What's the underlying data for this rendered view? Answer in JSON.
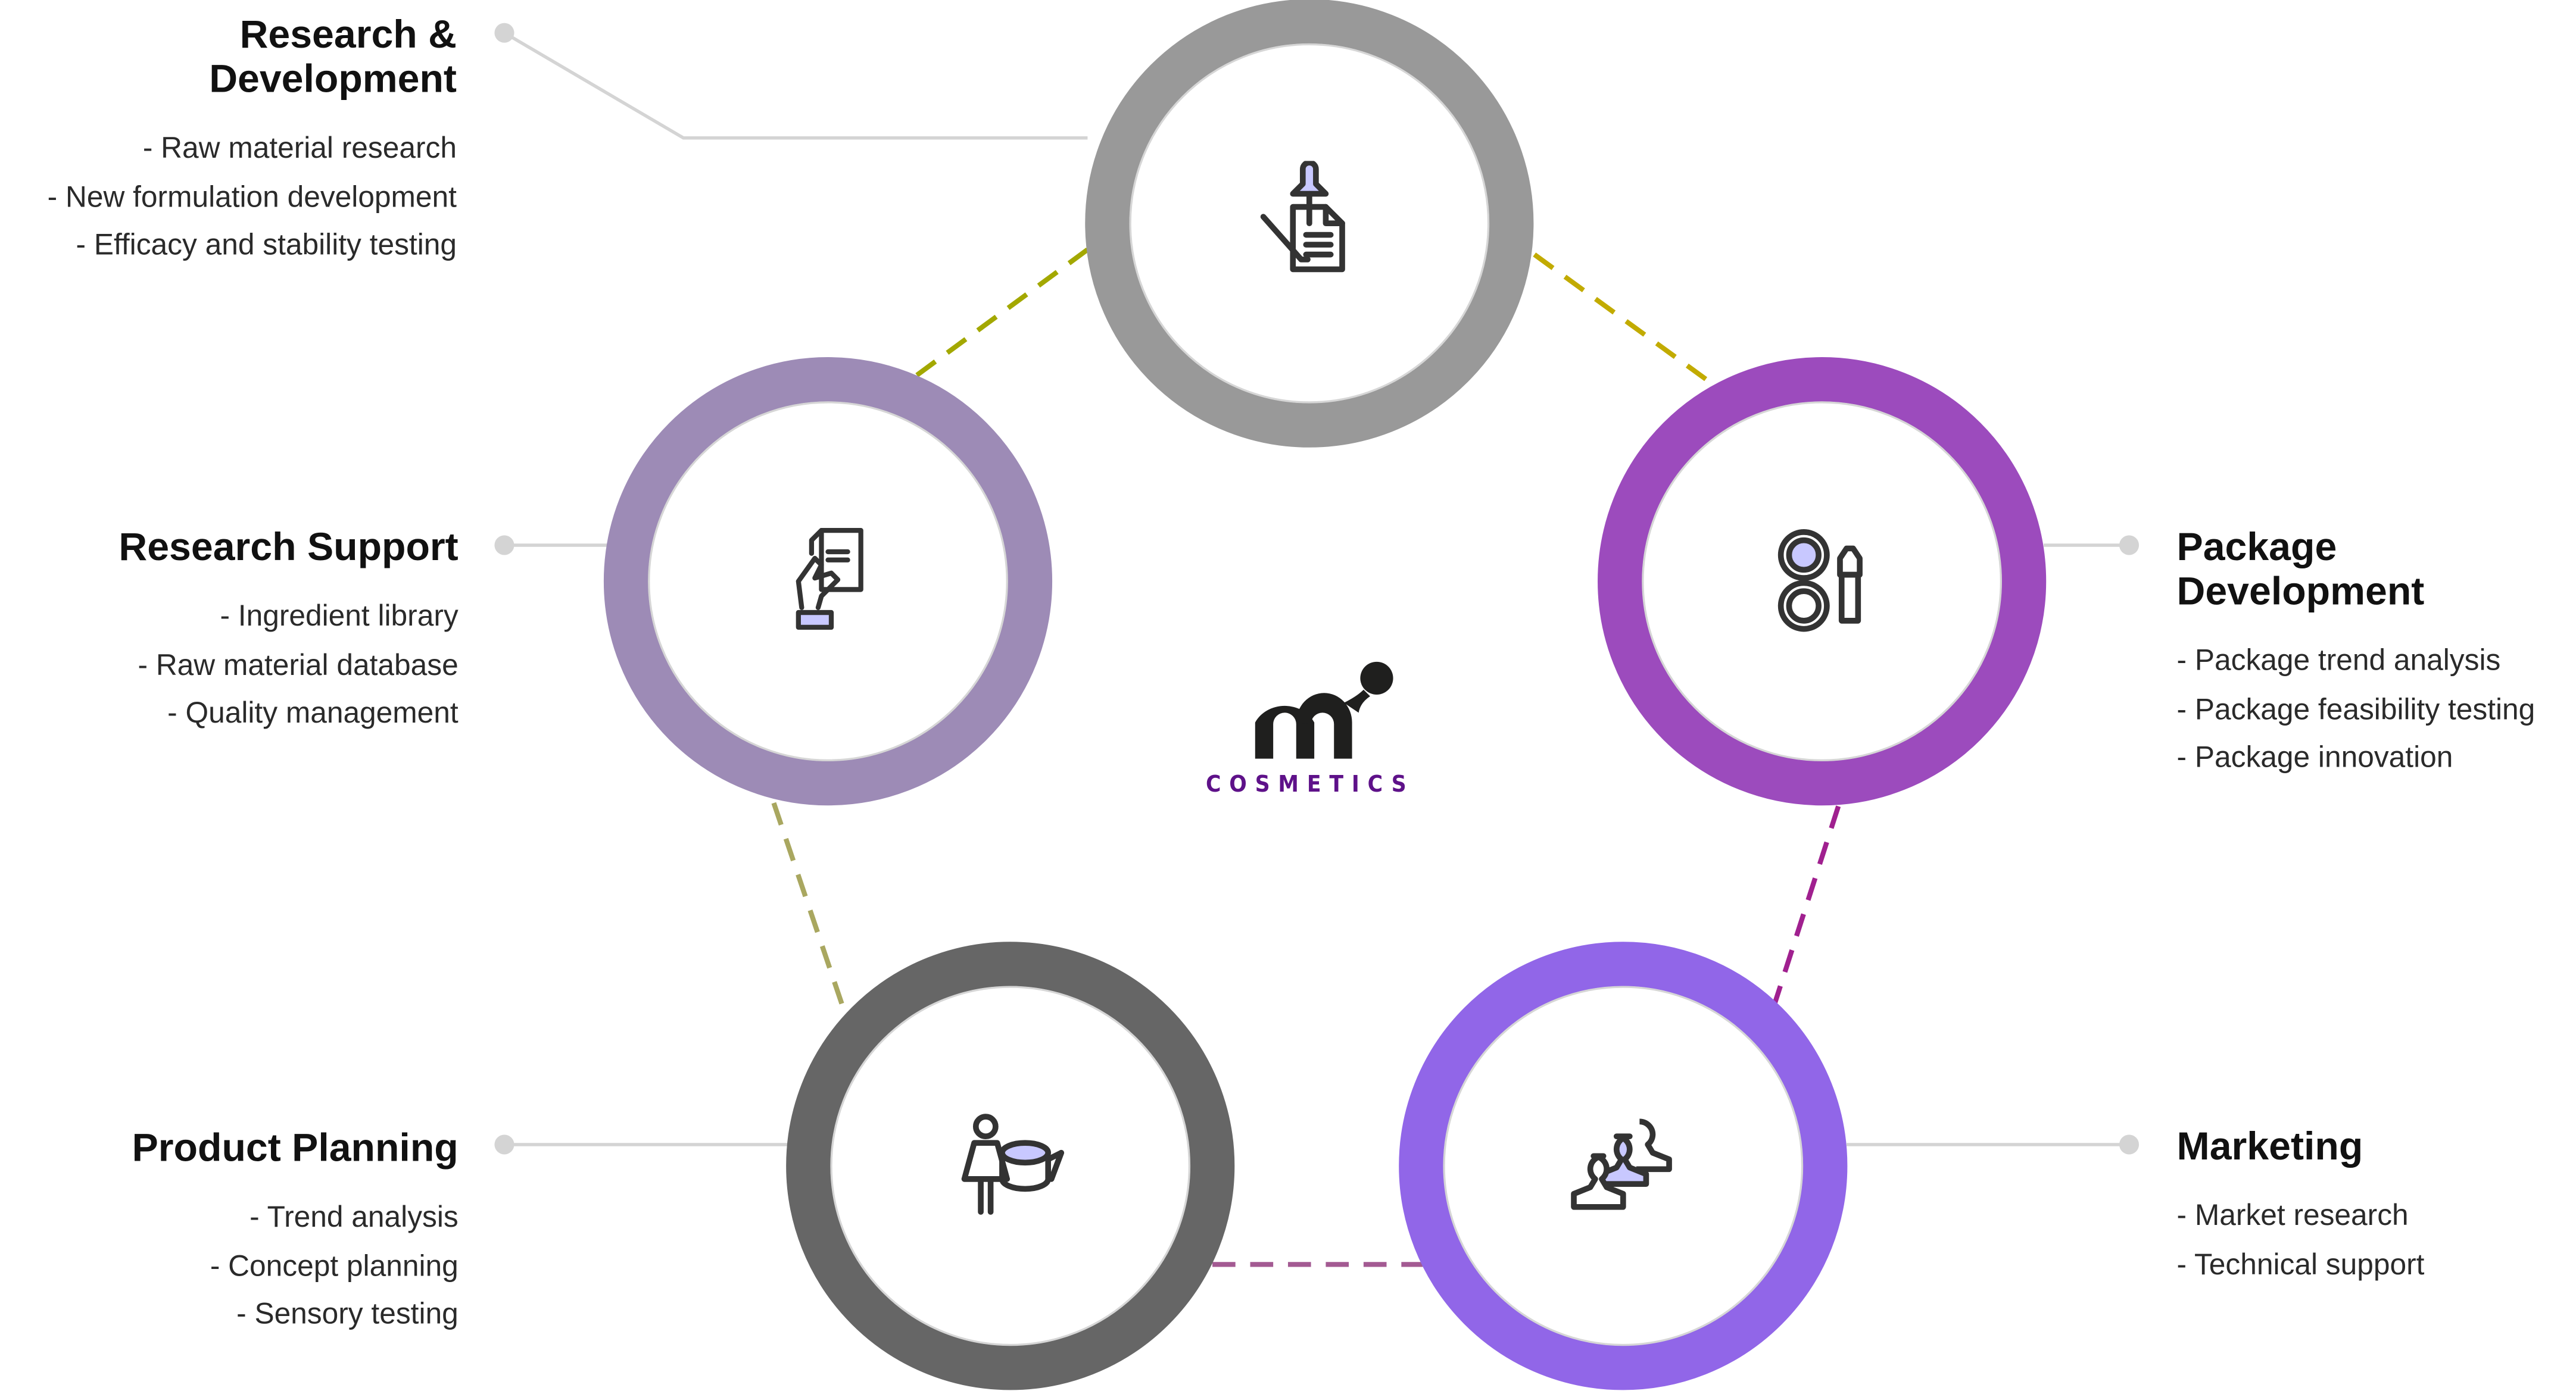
{
  "stages": [
    {
      "id": "rnd",
      "title": "Research & Development",
      "title_lines": [
        "Research &",
        "Development"
      ],
      "items": [
        "- Raw material research",
        "- New formulation development",
        "- Efficacy and stability testing"
      ],
      "ring_color": "#999999",
      "icon": "pipette-document-icon"
    },
    {
      "id": "support",
      "title": "Research Support",
      "title_lines": [
        "Research Support"
      ],
      "items": [
        "- Ingredient library",
        "- Raw material database",
        "- Quality management"
      ],
      "ring_color": "#9d8bb6",
      "icon": "hand-document-icon"
    },
    {
      "id": "package",
      "title": "Package Development",
      "title_lines": [
        "Package",
        "Development"
      ],
      "items": [
        "- Package trend analysis",
        "- Package feasibility testing",
        "- Package innovation"
      ],
      "ring_color": "#9c4bbd",
      "icon": "compact-brush-icon"
    },
    {
      "id": "planning",
      "title": "Product Planning",
      "title_lines": [
        "Product Planning"
      ],
      "items": [
        "- Trend analysis",
        "- Concept planning",
        "- Sensory testing"
      ],
      "ring_color": "#666666",
      "icon": "person-cream-jar-icon"
    },
    {
      "id": "marketing",
      "title": "Marketing",
      "title_lines": [
        "Marketing"
      ],
      "items": [
        "- Market research",
        "- Technical support"
      ],
      "ring_color": "#9166e8",
      "icon": "users-group-icon"
    }
  ],
  "logo": {
    "mark": "m",
    "text": "COSMETICS",
    "text_color": "#5e1189"
  },
  "connector_colors": {
    "rnd_package": "#c2ab00",
    "rnd_support": "#a3a800",
    "support_planning": "#a9a760",
    "package_marketing": "#a0208f",
    "planning_marketing": "#a35a92"
  }
}
